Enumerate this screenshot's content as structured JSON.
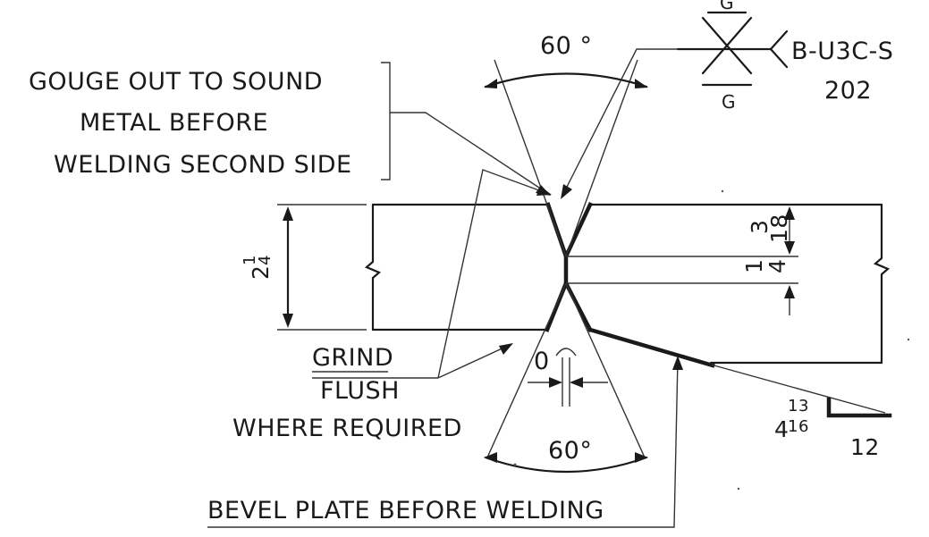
{
  "notes": {
    "gouge_line1": "GOUGE OUT TO SOUND",
    "gouge_line2": "METAL BEFORE",
    "gouge_line3": "WELDING SECOND SIDE",
    "grind": "GRIND",
    "flush": "FLUSH",
    "where_required": "WHERE REQUIRED",
    "bevel_plate": "BEVEL PLATE BEFORE WELDING"
  },
  "angles": {
    "top": "60 °",
    "bottom": "60°"
  },
  "weld_symbol": {
    "contour_top": "G",
    "contour_bottom": "G",
    "joint_designation": "B-U3C-S",
    "detail_number": "202"
  },
  "dimensions": {
    "thickness_whole": "2",
    "thickness_num": "1",
    "thickness_den": "4",
    "top_num": "3",
    "top_den": "18",
    "root_face_num": "1",
    "root_face_den": "4",
    "root_opening": "0",
    "bevel_whole": "4",
    "bevel_num": "13",
    "bevel_den": "16",
    "slope_run": "12"
  }
}
